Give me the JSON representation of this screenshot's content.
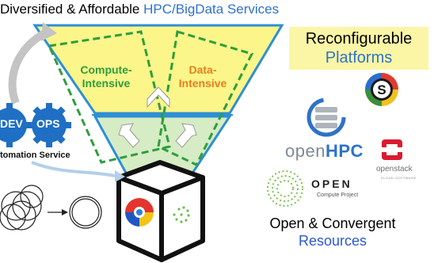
{
  "title": {
    "prefix": "Diversified & Affordable ",
    "highlight": "HPC/BigData Services"
  },
  "funnel": {
    "left_label": "Compute-\nIntensive",
    "right_label": "Data-\nIntensive"
  },
  "reconfigurable": {
    "line1": "Reconfigurable",
    "line2": "Platforms"
  },
  "devops": {
    "dev": "DEV",
    "ops": "OPS",
    "service": "tomation Service"
  },
  "logos": {
    "openhpc_prefix": "open",
    "openhpc_suffix": "HPC",
    "openstack": "openstack",
    "openstack_sub": "CLOUD SOFTWARE",
    "ocp_main": "OPEN",
    "ocp_sub": "Compute Project"
  },
  "resources": {
    "line1": "Open & Convergent",
    "line2": "Resources"
  },
  "colors": {
    "accent_blue": "#2e72c9",
    "funnel_yellow": "#fbf58a",
    "funnel_green": "#d6ecc4",
    "dash_green": "#2e9e3e",
    "data_orange": "#e87f1e",
    "gear_blue": "#1f6fc4"
  }
}
